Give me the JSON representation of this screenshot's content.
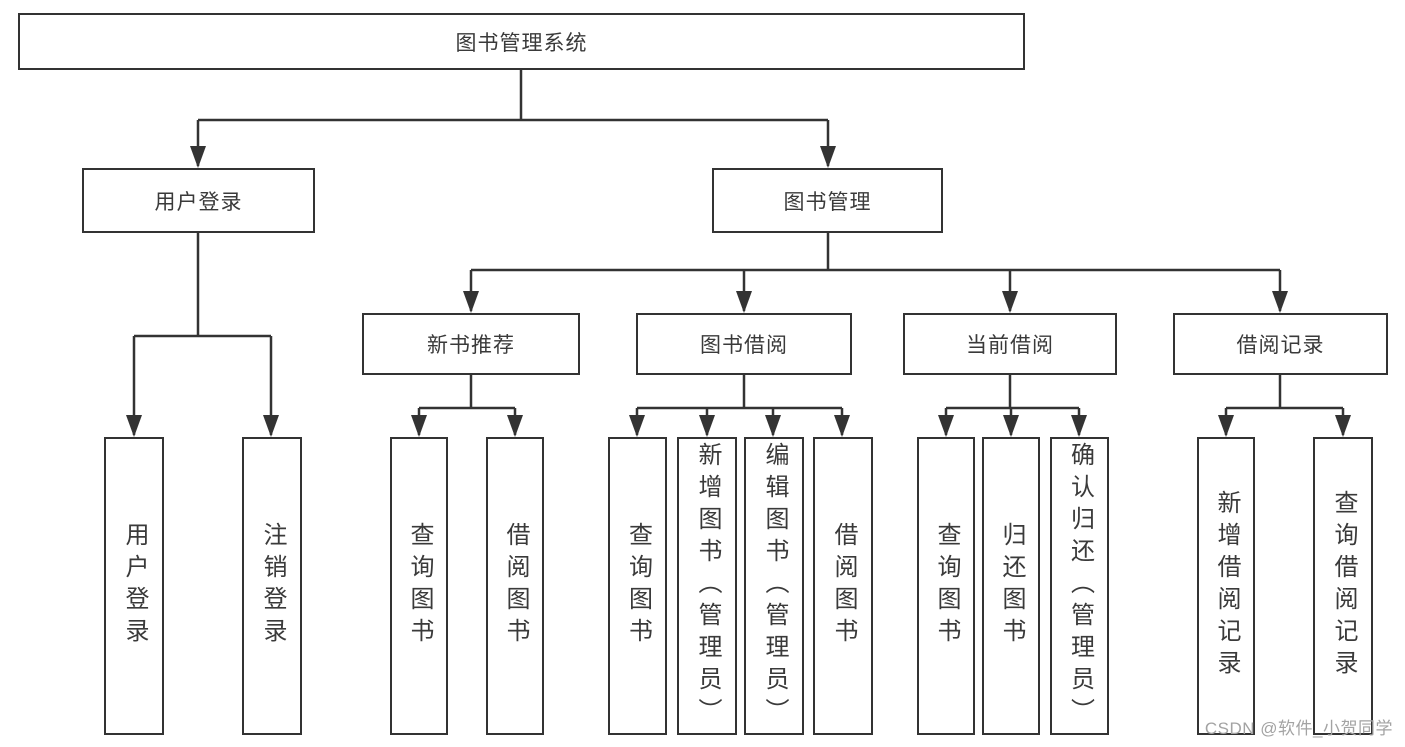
{
  "nodes": {
    "root": "图书管理系统",
    "user_login": "用户登录",
    "book_mgmt": "图书管理",
    "new_books": "新书推荐",
    "book_borrow": "图书借阅",
    "current_borrow": "当前借阅",
    "borrow_records": "借阅记录",
    "leaves": {
      "user_login": [
        "用户登录",
        "注销登录"
      ],
      "new_books": [
        "查询图书",
        "借阅图书"
      ],
      "book_borrow": [
        "查询图书",
        "新增图书（管理员）",
        "编辑图书（管理员）",
        "借阅图书"
      ],
      "current_borrow": [
        "查询图书",
        "归还图书",
        "确认归还（管理员）"
      ],
      "borrow_records": [
        "新增借阅记录",
        "查询借阅记录"
      ]
    }
  },
  "watermark": "CSDN @软件_小贺同学",
  "colors": {
    "line": "#333333",
    "border": "#333333",
    "fill": "#ffffff",
    "text": "#3a3a3a",
    "background": "#ffffff",
    "watermark": "#a3a3a3"
  }
}
